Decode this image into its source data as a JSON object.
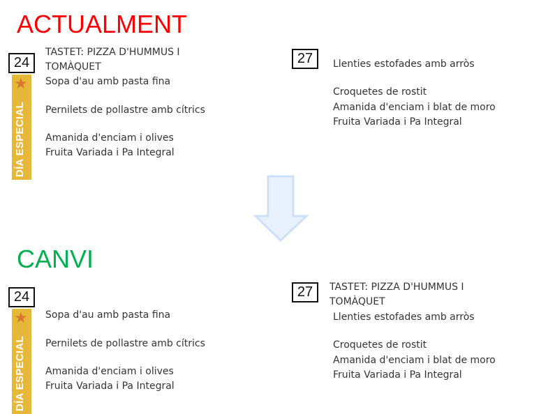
{
  "before": {
    "heading": "ACTUALMENT",
    "heading_color": "#ff0000",
    "day24": {
      "day": "24",
      "special": "DÍA ESPECIAL",
      "items": [
        "TASTET: PIZZA D'HUMMUS I",
        "TOMÀQUET",
        "Sopa d'au amb pasta fina",
        "Pernilets de pollastre amb cítrics",
        "Amanida d'enciam i olives",
        "Fruita Variada i Pa Integral"
      ]
    },
    "day27": {
      "day": "27",
      "items": [
        "Llenties estofades amb arròs",
        "Croquetes de rostit",
        "Amanida d'enciam i blat de moro",
        "Fruita Variada i Pa Integral"
      ]
    }
  },
  "after": {
    "heading": "CANVI",
    "heading_color": "#00b050",
    "day24": {
      "day": "24",
      "special": "DÍA ESPECIAL",
      "items": [
        "Sopa d'au amb pasta fina",
        "Pernilets de pollastre amb cítrics",
        "Amanida d'enciam i olives",
        "Fruita Variada i Pa Integral"
      ]
    },
    "day27": {
      "day": "27",
      "items": [
        "TASTET: PIZZA D'HUMMUS I",
        "TOMÀQUET",
        "Llenties estofades amb arròs",
        "Croquetes de rostit",
        "Amanida d'enciam i blat de moro",
        "Fruita Variada i Pa Integral"
      ]
    }
  }
}
